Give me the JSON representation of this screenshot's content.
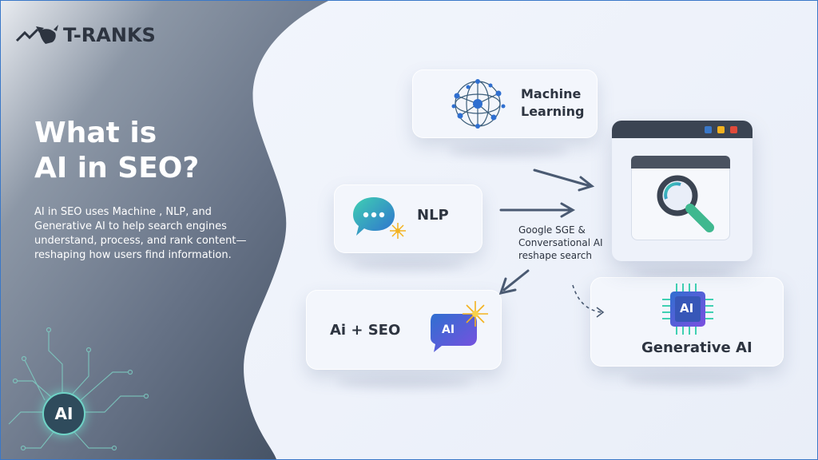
{
  "brand": {
    "logo_text": "T-RANKS"
  },
  "hero": {
    "title_line1": "What is",
    "title_line2": "AI in SEO?",
    "description": "AI in SEO uses Machine , NLP, and Generative AI to help search engines understand, process, and rank content—reshaping how users find information."
  },
  "badge": {
    "label": "AI"
  },
  "cards": {
    "machine_learning": {
      "label_line1": "Machine",
      "label_line2": "Learning",
      "icon": "neural-network-globe-icon"
    },
    "nlp": {
      "label": "NLP",
      "icon": "chat-bubble-icon"
    },
    "ai_seo": {
      "label": "Ai + SEO",
      "icon_label": "AI"
    },
    "generative_ai": {
      "label": "Generative AI",
      "chip_label": "AI"
    }
  },
  "browser": {
    "icon": "magnifier-icon"
  },
  "note": {
    "text": "Google SGE & Conversational AI reshape search"
  },
  "colors": {
    "dark_panel": "#5f6c7e",
    "accent_blue": "#3a78c8",
    "accent_teal": "#6fd3c6",
    "text_dark": "#2d3440"
  }
}
